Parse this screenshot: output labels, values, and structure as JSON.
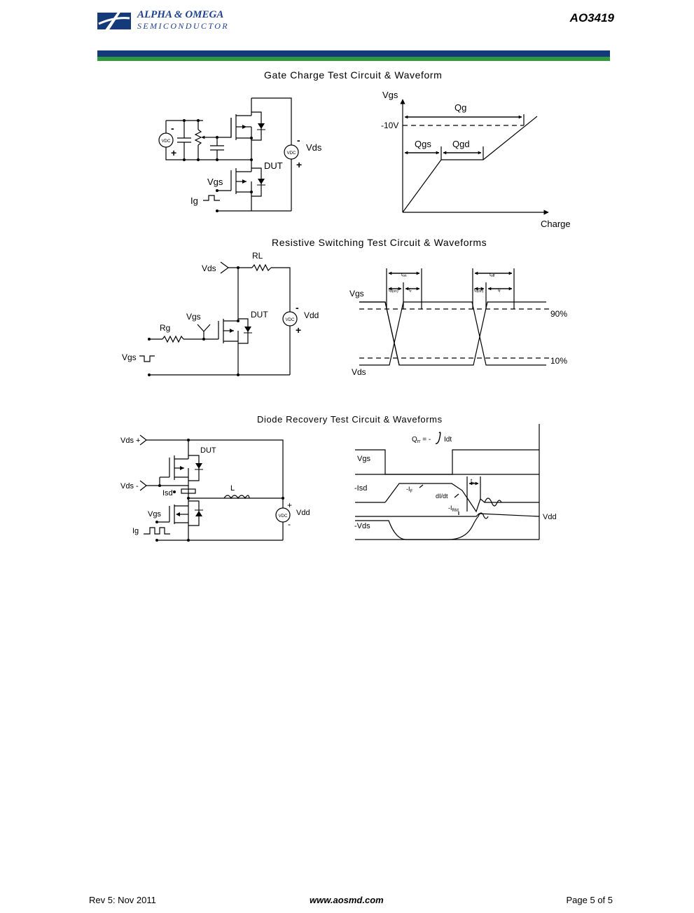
{
  "header": {
    "company_name": "ALPHA & OMEGA",
    "company_sub": "SEMICONDUCTOR",
    "part_number": "AO3419"
  },
  "colors": {
    "brand_blue": "#143a7a",
    "brand_green": "#2e9a3c"
  },
  "sections": {
    "gate_charge": {
      "title": "Gate Charge Test Circuit & Waveform",
      "circuit": {
        "vdc_label": "VDC",
        "minus": "-",
        "plus": "+",
        "vds": "Vds",
        "dut": "DUT",
        "vgs": "Vgs",
        "ig": "Ig"
      },
      "waveform": {
        "y_label": "Vgs",
        "x_label": "Charge",
        "level": "-10V",
        "qg": "Qg",
        "qgs": "Qgs",
        "qgd": "Qgd"
      }
    },
    "resistive": {
      "title": "Resistive Switching Test Circuit & Waveforms",
      "circuit": {
        "vds": "Vds",
        "rl": "RL",
        "vgs": "Vgs",
        "dut": "DUT",
        "rg": "Rg",
        "vgs_in": "Vgs",
        "vdc_label": "VDC",
        "minus": "-",
        "plus": "+",
        "vdd": "Vdd"
      },
      "waveform": {
        "vgs": "Vgs",
        "vds": "Vds",
        "p90": "90%",
        "p10": "10%",
        "ton_base": "t",
        "ton_sub": "on",
        "toff_base": "t",
        "toff_sub": "off",
        "tdon_base": "t",
        "tdon_sub": "d(on)",
        "tr_base": "t",
        "tr_sub": "r",
        "tdoff_base": "t",
        "tdoff_sub": "d(off)",
        "tf_base": "t",
        "tf_sub": "f"
      }
    },
    "diode": {
      "title": "Diode Recovery Test Circuit & Waveforms",
      "circuit": {
        "vds_plus": "Vds +",
        "vds_minus": "Vds -",
        "dut": "DUT",
        "isd": "Isd",
        "l": "L",
        "vgs": "Vgs",
        "ig": "Ig",
        "vdc_label": "VDC",
        "plus": "+",
        "minus": "-",
        "vdd": "Vdd"
      },
      "waveform": {
        "qrr_base": "Q",
        "qrr_sub": "rr",
        "qrr_rest": " = -",
        "qrr_int": "Idt",
        "vgs": "Vgs",
        "isd": "-Isd",
        "if_base": "-I",
        "if_sub": "F",
        "didt": "dI/dt",
        "irm_base": "-I",
        "irm_sub": "RM",
        "trr_base": "t",
        "trr_sub": "rr",
        "vds": "-Vds",
        "vdd": "Vdd"
      }
    }
  },
  "footer": {
    "rev": "Rev 5: Nov 2011",
    "website": "www.aosmd.com",
    "page": "Page 5 of 5"
  }
}
